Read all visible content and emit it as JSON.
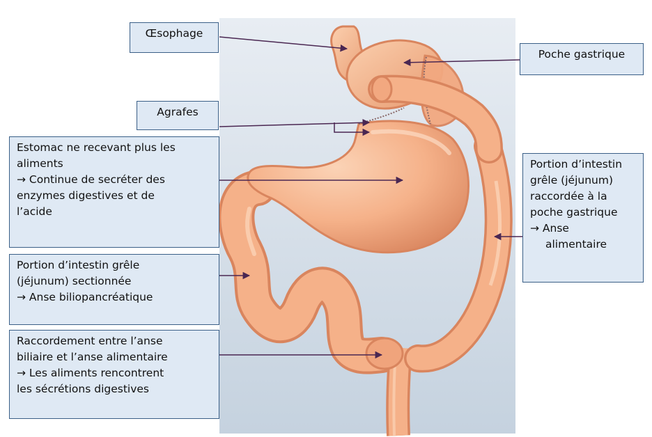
{
  "colors": {
    "panel_top": "#e8edf3",
    "panel_bottom": "#c5d2df",
    "tissue": "#f5b189",
    "tissue_shade": "#e08c62",
    "tissue_light": "#fbd3b6",
    "callout_fill": "#dfe9f4",
    "callout_border": "#3a5f87",
    "arrow": "#4a2752",
    "staple": "#8a6a6a"
  },
  "labels": {
    "oesophage": {
      "lines": [
        "Œsophage"
      ]
    },
    "agrafes": {
      "lines": [
        "Agrafes"
      ]
    },
    "estomac": {
      "lines": [
        "Estomac ne recevant plus les",
        "aliments",
        "→ Continue de secréter des",
        "enzymes digestives et de",
        "l’acide"
      ]
    },
    "portion_sectionnee": {
      "lines": [
        "Portion d’intestin grêle",
        "(jéjunum) sectionnée",
        "→ Anse biliopancréatique"
      ]
    },
    "raccordement": {
      "lines": [
        "Raccordement entre l’anse",
        "biliaire et l’anse alimentaire",
        "→ Les aliments rencontrent",
        "les sécrétions digestives"
      ]
    },
    "poche_gastrique": {
      "lines": [
        "Poche gastrique"
      ]
    },
    "portion_raccordee": {
      "lines": [
        "Portion d’intestin",
        "grêle (jéjunum)",
        "raccordée à la",
        "poche gastrique",
        "→ Anse",
        "alimentaire"
      ]
    }
  }
}
